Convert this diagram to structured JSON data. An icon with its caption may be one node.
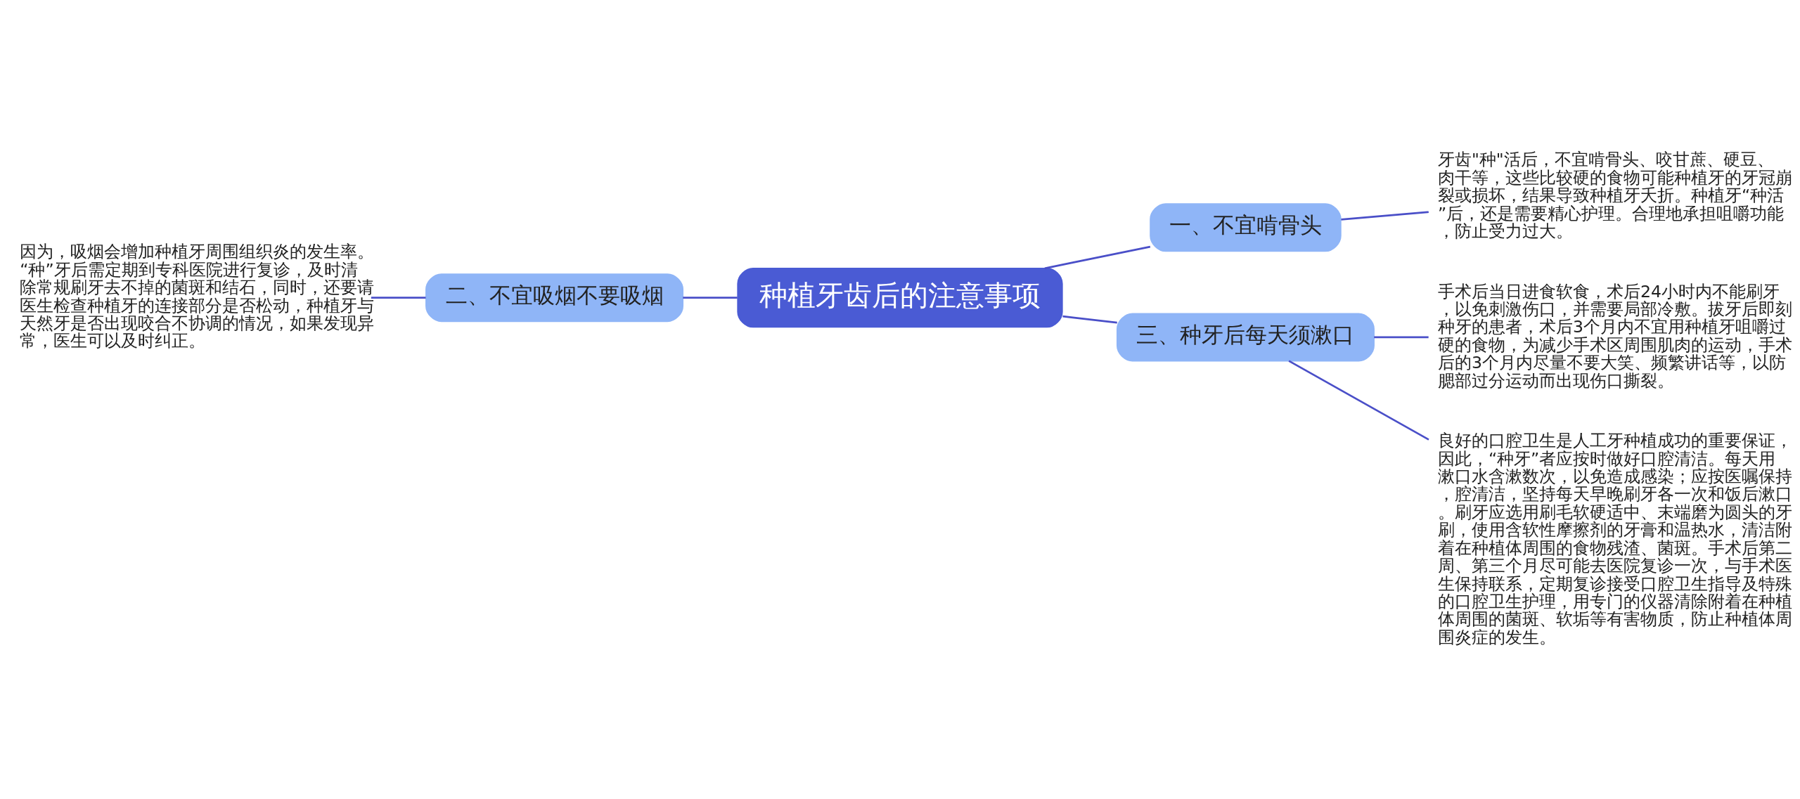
{
  "diagram": {
    "nodes": [
      {
        "text": [
          "种植牙齿后的注意事项"
        ]
      },
      {
        "text": [
          "一、不宜啃骨头"
        ]
      },
      {
        "text": [
          "牙齿\"种\"活后，不宜啃骨头、咬甘蔗、硬豆、肉干等，这些比较硬的食物可能种植牙的牙冠崩裂或损坏，结果导致种植牙夭折。种植牙“种活”后，还是需要精心护理。合理地承担咀嚼功能，防止受力过大。"
        ]
      },
      {
        "text": [
          "二、不宜吸烟不要吸烟"
        ]
      },
      {
        "text": [
          "因为，吸烟会增加种植牙周围组织炎的发生率。“种”牙后需定期到专科医院进行复诊，及时清除常规刷牙去不掉的菌斑和结石，同时，还要请医生检查种植牙的连接部分是否松动，种植牙与天然牙是否出现咬合不协调的情况，如果发现异常，医生可以及时纠正。"
        ]
      },
      {
        "text": [
          "三、种牙后每天须漱口"
        ]
      },
      {
        "text": [
          "手术后当日进食软食，术后24小时内不能刷牙，以免刺激伤口，并需要局部冷敷。拔牙后即刻种牙的患者，术后3个月内不宜用种植牙咀嚼过硬的食物，为减少手术区周围肌肉的运动，手术后的3个月内尽量不要大笑、频繁讲话等，以防腮部过分运动而出现伤口撕裂。"
        ]
      },
      {
        "text": [
          "良好的口腔卫生是人工牙种植成功的重要保证，因此，“种牙”者应按时做好口腔清洁。每天用漱口水含漱数次，以免造成感染；应按医嘱保持，腔清洁，坚持每天早晚刷牙各一次和饭后漱口。刷牙应选用刷毛软硬适中、末端磨为圆头的牙刷，使用含软性摩擦剂的牙膏和温热水，清洁附着在种植体周围的食物残渣、菌斑。手术后第二周、第三个月尽可能去医院复诊一次，与手术医生保持联系，定期复诊接受口腔卫生指导及特殊的口腔卫生护理，用专门的仪器清除附着在种植体周围的菌斑、软垢等有害物质，防止种植体周围炎症的发生。"
        ]
      }
    ],
    "edges": [
      {
        "from": 0,
        "to": 1,
        "arrow": "none"
      },
      {
        "from": 1,
        "to": 2,
        "arrow": "none"
      },
      {
        "from": 0,
        "to": 3,
        "arrow": "none"
      },
      {
        "from": 3,
        "to": 4,
        "arrow": "none"
      },
      {
        "from": 0,
        "to": 5,
        "arrow": "none"
      },
      {
        "from": 5,
        "to": 6,
        "arrow": "none"
      },
      {
        "from": 5,
        "to": 7,
        "arrow": "none"
      }
    ]
  }
}
